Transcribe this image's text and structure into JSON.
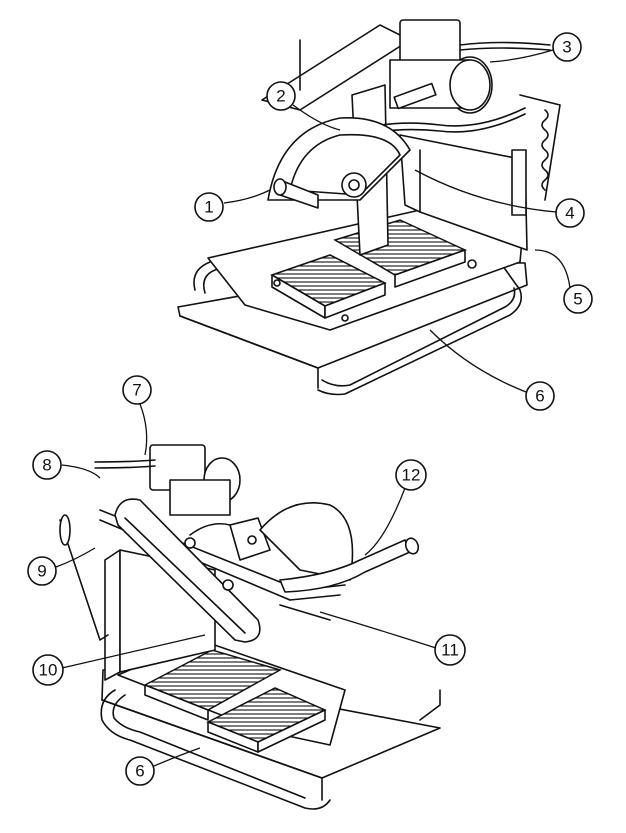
{
  "diagram": {
    "upper_view": {
      "callouts": [
        {
          "id": "c1",
          "label": "1"
        },
        {
          "id": "c2",
          "label": "2"
        },
        {
          "id": "c3",
          "label": "3"
        },
        {
          "id": "c4",
          "label": "4"
        },
        {
          "id": "c5",
          "label": "5"
        },
        {
          "id": "c6",
          "label": "6"
        }
      ]
    },
    "lower_view": {
      "callouts": [
        {
          "id": "c7",
          "label": "7"
        },
        {
          "id": "c8",
          "label": "8"
        },
        {
          "id": "c9",
          "label": "9"
        },
        {
          "id": "c10",
          "label": "10"
        },
        {
          "id": "c11",
          "label": "11"
        },
        {
          "id": "c12",
          "label": "12"
        },
        {
          "id": "c6b",
          "label": "6"
        }
      ]
    }
  }
}
